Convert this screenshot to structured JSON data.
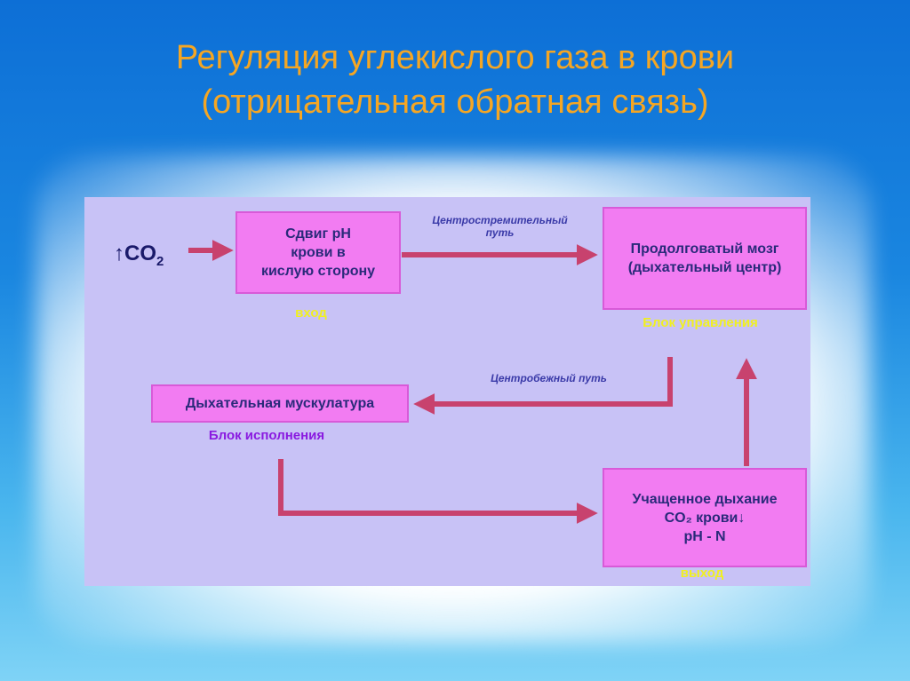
{
  "title": {
    "line1": "Регуляция углекислого газа в крови",
    "line2": "(отрицательная обратная связь)"
  },
  "diagram": {
    "input": {
      "arrow": "↑",
      "chem": "CO",
      "sub": "2"
    },
    "box_shift": "Сдвиг pH\nкрови в\nкислую сторону",
    "label_in": "вход",
    "path_afferent": "Центростремительный\nпуть",
    "box_brain": "Продолговатый мозг\n(дыхательный центр)",
    "label_control": "Блок управления",
    "path_efferent": "Центробежный путь",
    "box_muscles": "Дыхательная мускулатура",
    "label_execution": "Блок исполнения",
    "box_result": "Учащенное дыхание\nCO₂ крови↓\npH - N",
    "label_out": "выход"
  },
  "colors": {
    "title": "#f5a623",
    "box": "#f27cf2",
    "arrow": "#c8426e",
    "panel": "#c8c2f6"
  }
}
